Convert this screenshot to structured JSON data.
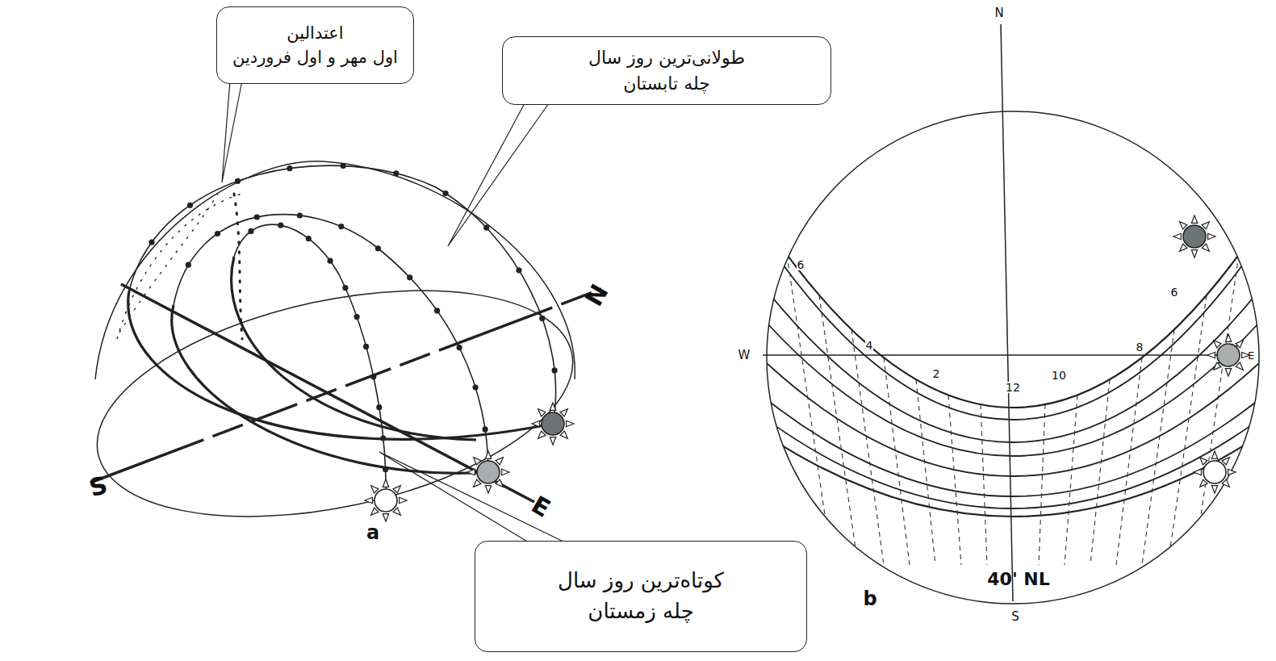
{
  "diagram": {
    "nodes": [
      {
        "text": [
          "اعتدالین",
          "اول مهر و اول فروردین"
        ]
      },
      {
        "text": [
          "طولانی‌ترین روز سال",
          "چله تابستان"
        ]
      },
      {
        "text": [
          "کوتاه‌ترین روز سال",
          "چله زمستان"
        ]
      }
    ],
    "labels": [
      "S",
      "N",
      "E",
      "a",
      "N",
      "W",
      "E",
      "6",
      "4",
      "2",
      "12",
      "10",
      "8",
      "6",
      "40' NL",
      "b",
      "S"
    ]
  }
}
